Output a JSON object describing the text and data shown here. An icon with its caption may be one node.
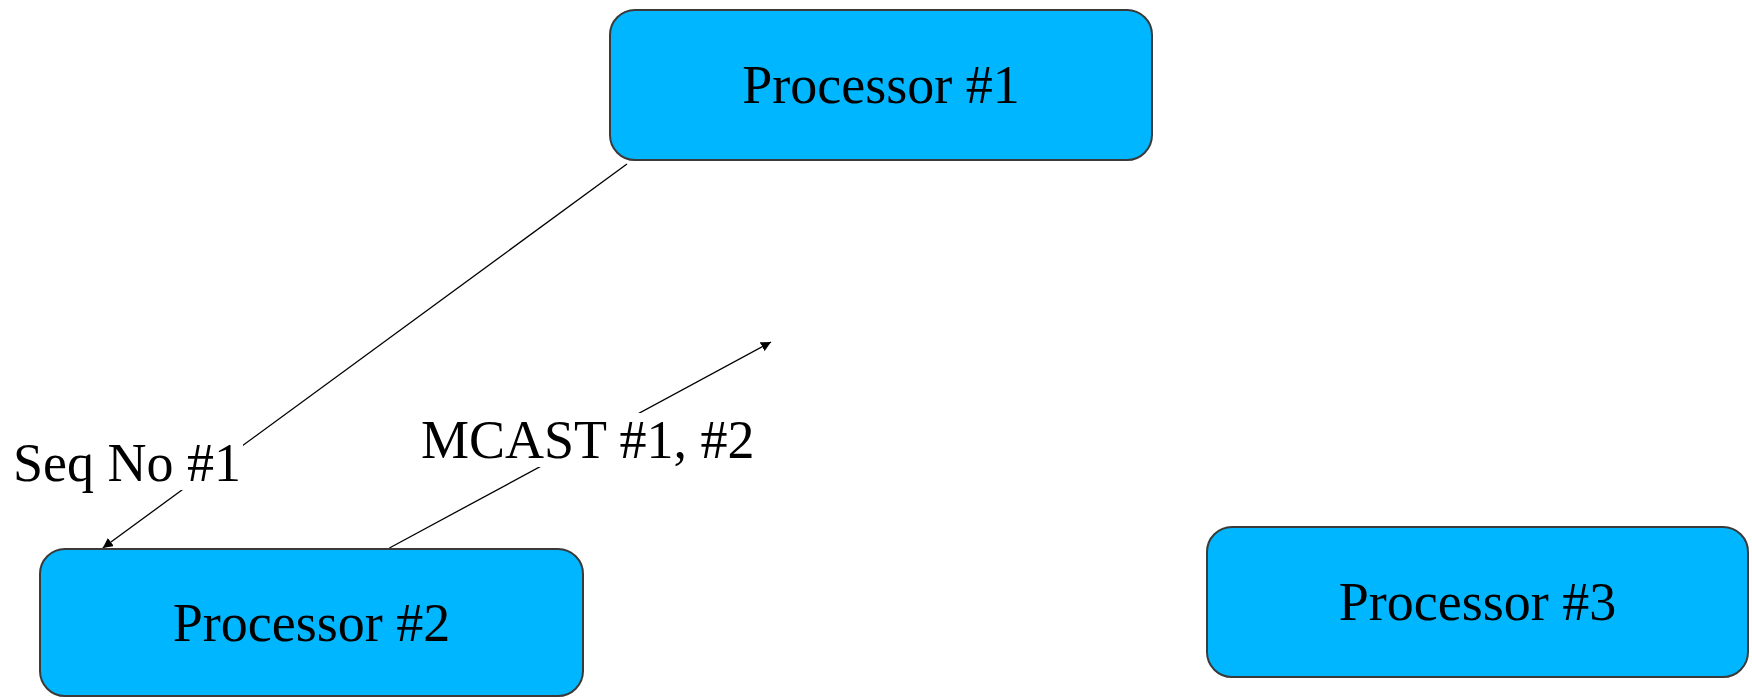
{
  "diagram": {
    "nodes": [
      {
        "text": [
          "Processor #1"
        ]
      },
      {
        "text": [
          "Processor #2"
        ]
      },
      {
        "text": [
          "Processor #3"
        ]
      }
    ],
    "edges": [
      {
        "from": 0,
        "to": 1,
        "arrow": "to",
        "label": "Seq No #1"
      },
      {
        "from": 1,
        "to": null,
        "arrow": "to",
        "label": "MCAST #1, #2"
      }
    ]
  }
}
